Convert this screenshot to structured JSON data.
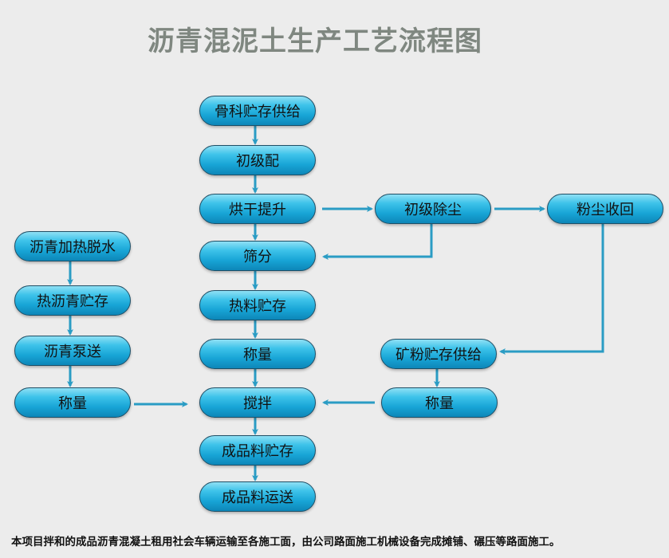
{
  "title": "沥青混泥土生产工艺流程图",
  "main_flow": [
    "骨科贮存供给",
    "初级配",
    "烘干提升",
    "筛分",
    "热料贮存",
    "称量",
    "搅拌",
    "成品料贮存",
    "成品料运送"
  ],
  "asphalt_flow": [
    "沥青加热脱水",
    "热沥青贮存",
    "沥青泵送",
    "称量"
  ],
  "dust": {
    "primary": "初级除尘",
    "recovery": "粉尘收回"
  },
  "mineral_flow": [
    "矿粉贮存供给",
    "称量"
  ],
  "note": "本项目拌和的成品沥青混凝土租用社会车辆运输至各施工面，由公司路面施工机械设备完成摊铺、碾压等路面施工。",
  "colors": {
    "arrow": "#2a9cc4",
    "node": "#18a5d6"
  }
}
